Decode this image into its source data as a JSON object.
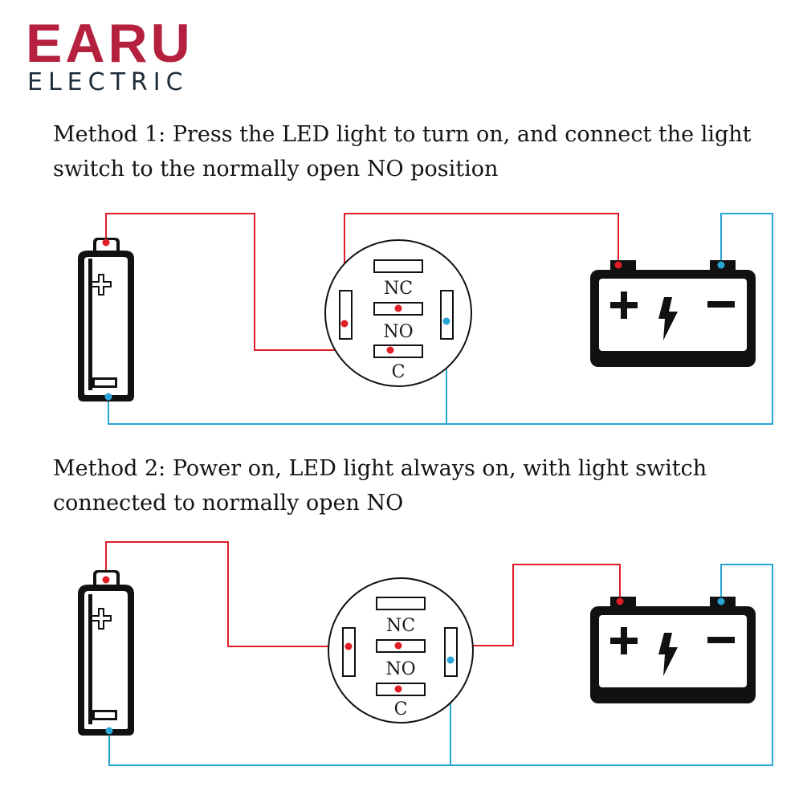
{
  "brand": {
    "name": "EARU",
    "tagline": "ELECTRIC",
    "name_color": "#b5203e",
    "tagline_color": "#1f2d3a"
  },
  "colors": {
    "positive_wire": "#e01e26",
    "negative_wire": "#2aa6d6",
    "outline": "#111111"
  },
  "method1": {
    "title": "Method 1: Press the LED light to turn on, and connect the light switch to the normally open NO position",
    "switch": {
      "nc_label": "NC",
      "no_label": "NO",
      "c_label": "C"
    },
    "battery_icon": "battery-cell-icon",
    "dc_source_icon": "car-battery-icon"
  },
  "method2": {
    "title": "Method 2: Power on, LED light always on, with light switch connected to normally open NO",
    "switch": {
      "nc_label": "NC",
      "no_label": "NO",
      "c_label": "C"
    },
    "battery_icon": "battery-cell-icon",
    "dc_source_icon": "car-battery-icon"
  }
}
